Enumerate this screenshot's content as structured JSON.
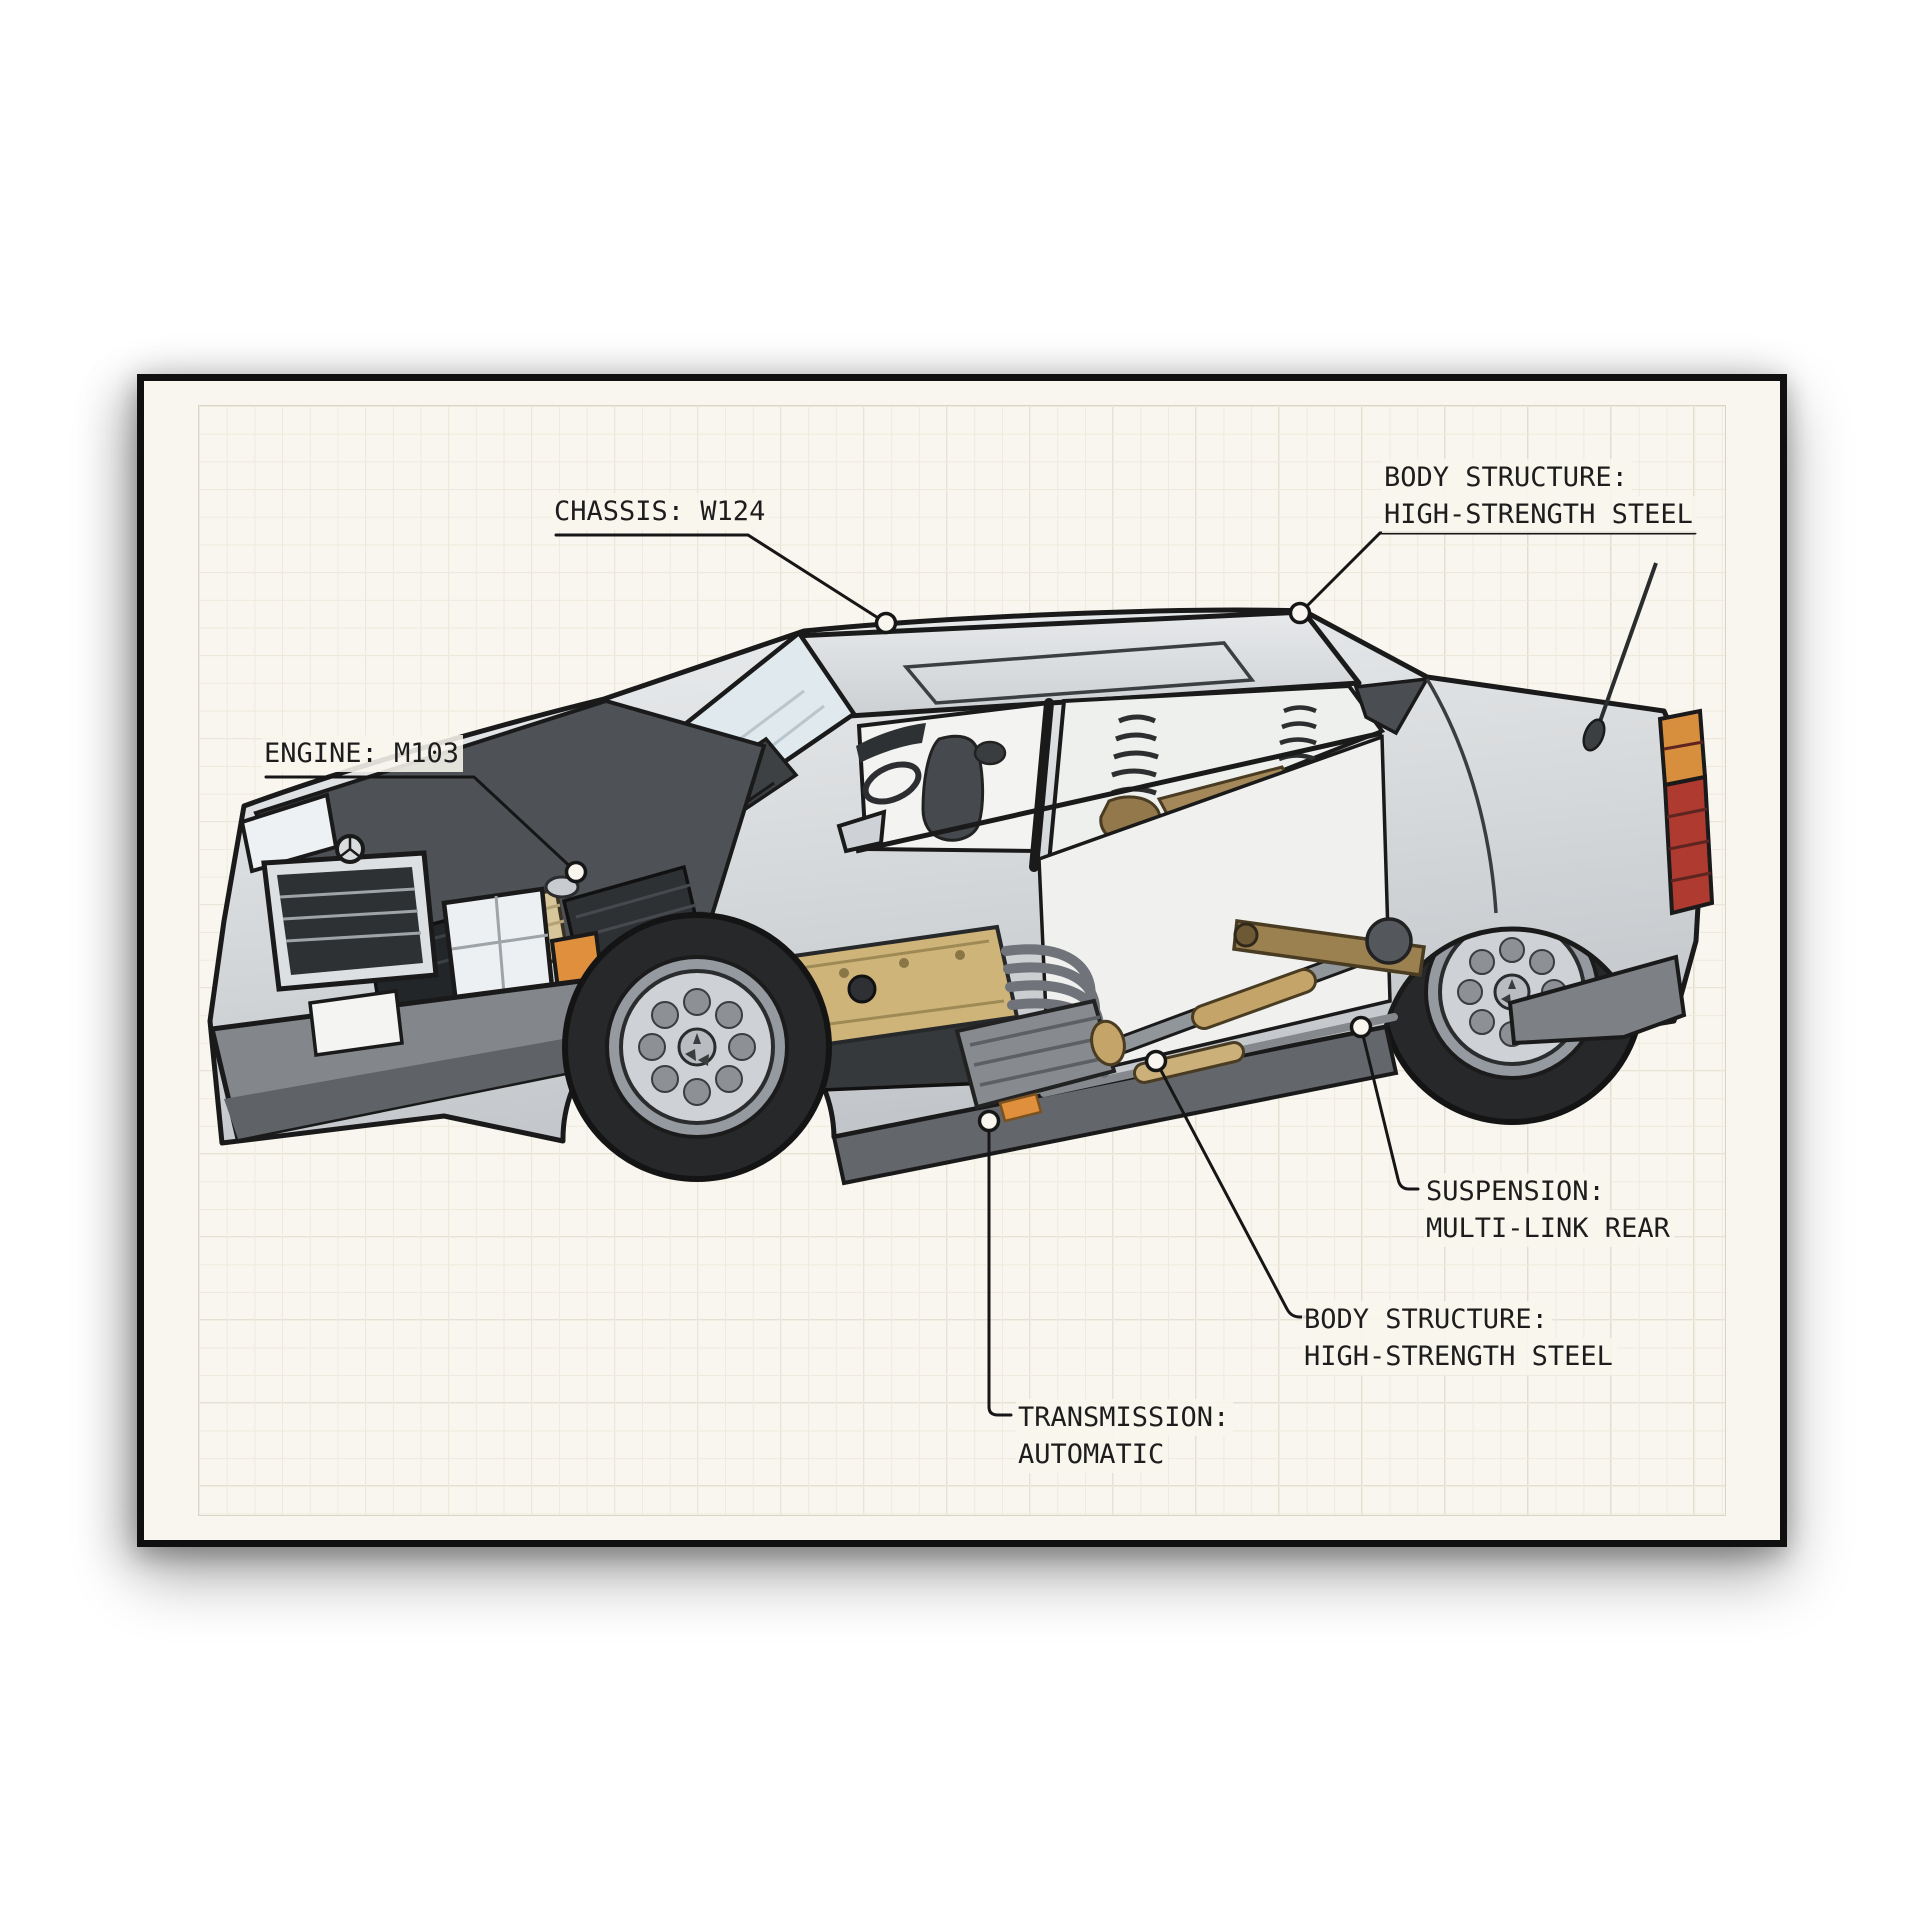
{
  "page": {
    "background": "#ffffff"
  },
  "poster": {
    "background": "#f8f6ee",
    "frame_color": "#101010",
    "grid_major_color": "#e1ddd0",
    "grid_minor_color": "#eeeadd",
    "illustration": "mercedes-w124-sedan-cutaway-technical-drawing",
    "car_colors": {
      "body_silver": "#d8dadc",
      "outline": "#1a1a1a",
      "valve_cover_tan": "#cfb479",
      "suspension_bronze": "#a5885a",
      "indicator_orange": "#e0903c",
      "taillight_amber": "#d78f3e",
      "taillight_red": "#ae3a30",
      "tire_dark": "#2a2c2e",
      "glass": "#dfe9ee"
    },
    "labels": {
      "chassis": {
        "text": "CHASSIS: W124"
      },
      "engine": {
        "text": "ENGINE: M103"
      },
      "body_structure_top": {
        "line1": "BODY STRUCTURE:",
        "line2": "HIGH-STRENGTH STEEL"
      },
      "body_structure_bottom": {
        "line1": "BODY STRUCTURE:",
        "line2": "HIGH-STRENGTH STEEL"
      },
      "suspension": {
        "line1": "SUSPENSION:",
        "line2": "MULTI-LINK REAR"
      },
      "transmission": {
        "line1": "TRANSMISSION:",
        "line2": "AUTOMATIC"
      }
    }
  }
}
